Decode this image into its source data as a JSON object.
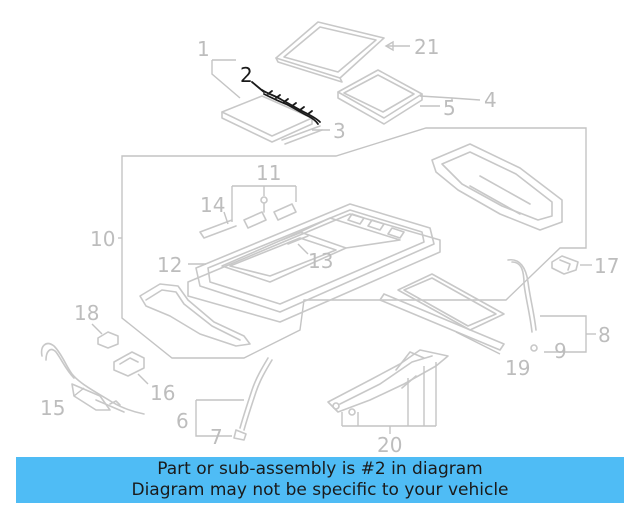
{
  "diagram": {
    "highlighted_part": "2",
    "callouts": {
      "c1": "1",
      "c2": "2",
      "c3": "3",
      "c4": "4",
      "c5": "5",
      "c6": "6",
      "c7": "7",
      "c8": "8",
      "c9": "9",
      "c10": "10",
      "c11": "11",
      "c12": "12",
      "c13": "13",
      "c14": "14",
      "c15": "15",
      "c16": "16",
      "c17": "17",
      "c18": "18",
      "c19": "19",
      "c20": "20",
      "c21": "21"
    },
    "colors": {
      "lines": "#c8c8c8",
      "highlight": "#1a1a1a",
      "banner": "#4fbcf5"
    }
  },
  "banner": {
    "line1": "Part or sub-assembly is #2 in diagram",
    "line2": "Diagram may not be specific to your vehicle"
  }
}
